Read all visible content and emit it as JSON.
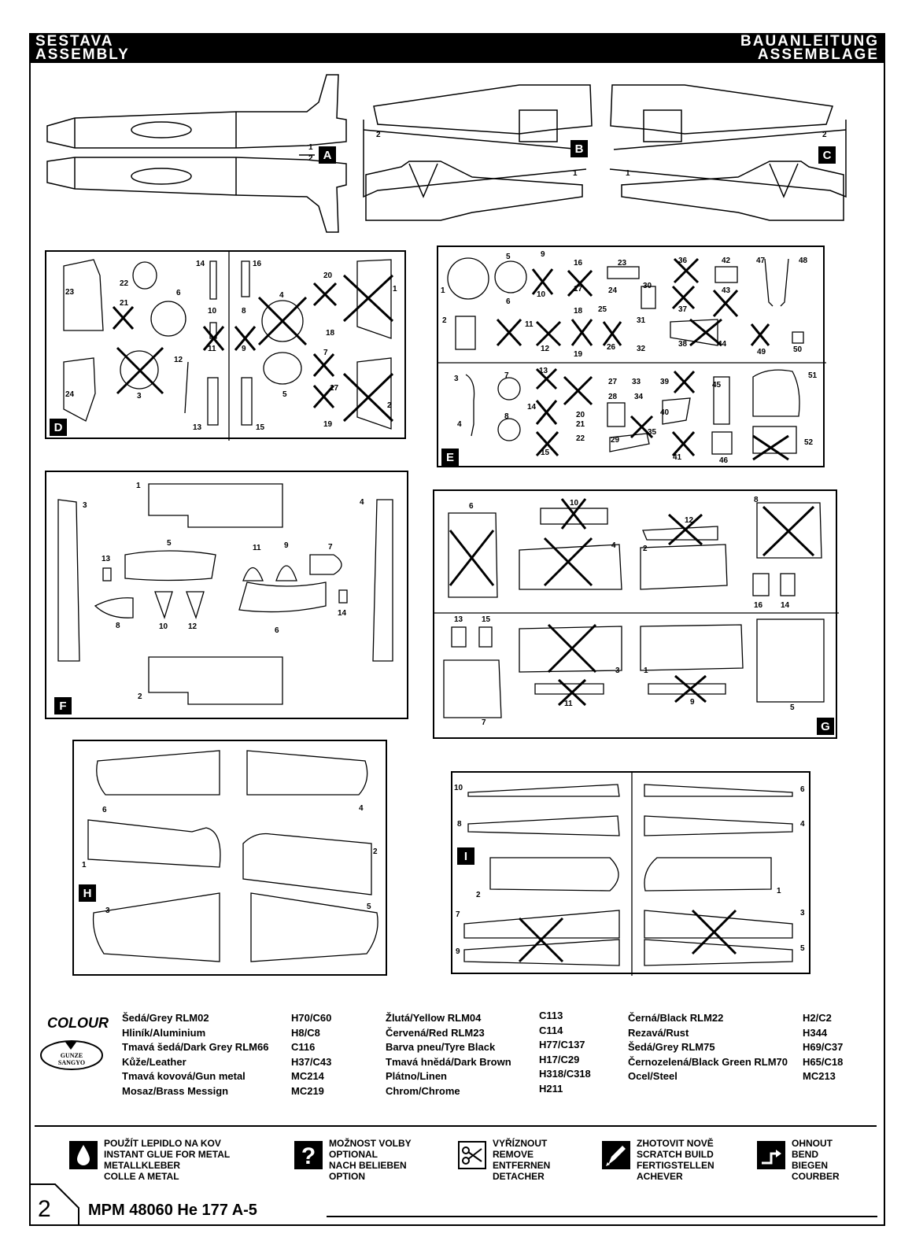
{
  "header": {
    "left": [
      "SESTAVA",
      "ASSEMBLY"
    ],
    "right": [
      "BAUANLEITUNG",
      "ASSEMBLAGE"
    ]
  },
  "sprues": {
    "A": {
      "label": "A",
      "parts": [
        "1",
        "2"
      ]
    },
    "B": {
      "label": "B",
      "parts": [
        "1",
        "2"
      ]
    },
    "C": {
      "label": "C",
      "parts": [
        "1",
        "2"
      ]
    },
    "D": {
      "label": "D",
      "parts": [
        "1",
        "2",
        "3",
        "4",
        "5",
        "6",
        "7",
        "8",
        "9",
        "10",
        "11",
        "12",
        "13",
        "14",
        "15",
        "16",
        "17",
        "18",
        "19",
        "20",
        "21",
        "22",
        "23",
        "24"
      ]
    },
    "E": {
      "label": "E",
      "parts": [
        "1",
        "2",
        "3",
        "4",
        "5",
        "6",
        "7",
        "8",
        "9",
        "10",
        "11",
        "12",
        "13",
        "14",
        "15",
        "16",
        "17",
        "18",
        "19",
        "20",
        "21",
        "22",
        "23",
        "24",
        "25",
        "26",
        "27",
        "28",
        "29",
        "30",
        "31",
        "32",
        "33",
        "34",
        "35",
        "36",
        "37",
        "38",
        "39",
        "40",
        "41",
        "42",
        "43",
        "44",
        "45",
        "46",
        "47",
        "48",
        "49",
        "50",
        "51",
        "52"
      ]
    },
    "F": {
      "label": "F",
      "parts": [
        "1",
        "2",
        "3",
        "4",
        "5",
        "6",
        "7",
        "8",
        "9",
        "10",
        "11",
        "12",
        "13",
        "14"
      ]
    },
    "G": {
      "label": "G",
      "parts": [
        "1",
        "2",
        "3",
        "4",
        "5",
        "6",
        "7",
        "8",
        "9",
        "10",
        "11",
        "12",
        "13",
        "14",
        "15",
        "16"
      ]
    },
    "H": {
      "label": "H",
      "parts": [
        "1",
        "2",
        "3",
        "4",
        "5",
        "6"
      ]
    },
    "I": {
      "label": "I",
      "parts": [
        "1",
        "2",
        "3",
        "4",
        "5",
        "6",
        "7",
        "8",
        "9",
        "10"
      ]
    }
  },
  "colour": {
    "title": "COLOUR",
    "brand": [
      "GUNZE",
      "SANGYO"
    ],
    "columns": [
      {
        "names": [
          "Šedá/Grey RLM02",
          "Hliník/Aluminium",
          "Tmavá šedá/Dark Grey RLM66",
          "Kůže/Leather",
          "Tmavá kovová/Gun metal",
          "Mosaz/Brass Messign"
        ],
        "codes": [
          "H70/C60",
          "H8/C8",
          "C116",
          "H37/C43",
          "MC214",
          "MC219"
        ]
      },
      {
        "names": [
          "Žlutá/Yellow RLM04",
          "Červená/Red RLM23",
          "Barva pneu/Tyre Black",
          "Tmavá hnědá/Dark Brown",
          "Plátno/Linen",
          "Chrom/Chrome"
        ],
        "codes": [
          "C113",
          "C114",
          "H77/C137",
          "H17/C29",
          "H318/C318",
          "H211"
        ]
      },
      {
        "names": [
          "Černá/Black RLM22",
          "Rezavá/Rust",
          "Šedá/Grey RLM75",
          "Černozelená/Black Green RLM70",
          "Ocel/Steel"
        ],
        "codes": [
          "H2/C2",
          "H344",
          "H69/C37",
          "H65/C18",
          "MC213"
        ]
      }
    ]
  },
  "legend": [
    {
      "icon": "glue-drop-icon",
      "lines": [
        "POUŽÍT LEPIDLO NA KOV",
        "INSTANT GLUE FOR METAL",
        "METALLKLEBER",
        "COLLE A METAL"
      ]
    },
    {
      "icon": "question-icon",
      "lines": [
        "MOŽNOST VOLBY",
        "OPTIONAL",
        "NACH BELIEBEN",
        "OPTION"
      ]
    },
    {
      "icon": "scissors-icon",
      "lines": [
        "VYŘÍZNOUT",
        "REMOVE",
        "ENTFERNEN",
        "DETACHER"
      ]
    },
    {
      "icon": "scratch-build-icon",
      "lines": [
        "ZHOTOVIT NOVĚ",
        "SCRATCH BUILD",
        "FERTIGSTELLEN",
        "ACHEVER"
      ]
    },
    {
      "icon": "bend-icon",
      "lines": [
        "OHNOUT",
        "BEND",
        "BIEGEN",
        "COURBER"
      ]
    }
  ],
  "footer": {
    "page_number": "2",
    "product": "MPM 48060  He 177 A-5"
  }
}
